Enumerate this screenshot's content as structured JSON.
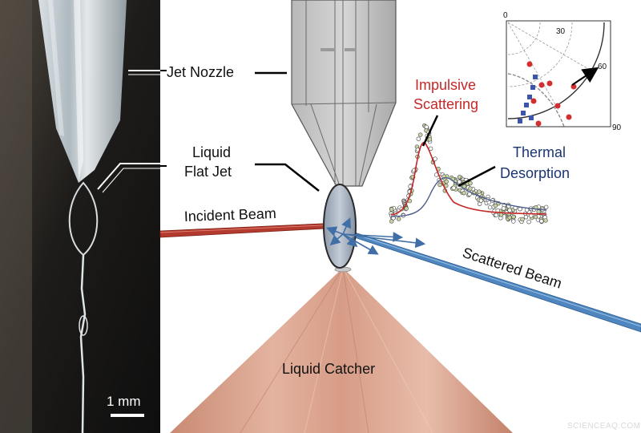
{
  "labels": {
    "jet_nozzle": "Jet Nozzle",
    "liquid": "Liquid",
    "flat_jet": "Flat Jet",
    "incident_beam": "Incident Beam",
    "scattered_beam": "Scattered Beam",
    "liquid_catcher": "Liquid Catcher",
    "impulsive": "Impulsive",
    "scattering": "Scattering",
    "thermal": "Thermal",
    "desorption": "Desorption",
    "scale_bar": "1 mm",
    "watermark": "SCIENCEAQ.COM"
  },
  "polar_plot": {
    "tick_labels": [
      "0",
      "30",
      "60",
      "90"
    ]
  },
  "colors": {
    "impulsive_red": "#c62828",
    "thermal_blue": "#1a3570",
    "incident_beam": "#b23a2e",
    "scattered_beam": "#4f86bf",
    "catcher_copper": "#d9a088",
    "nozzle_gray": "#c9c9c9"
  }
}
